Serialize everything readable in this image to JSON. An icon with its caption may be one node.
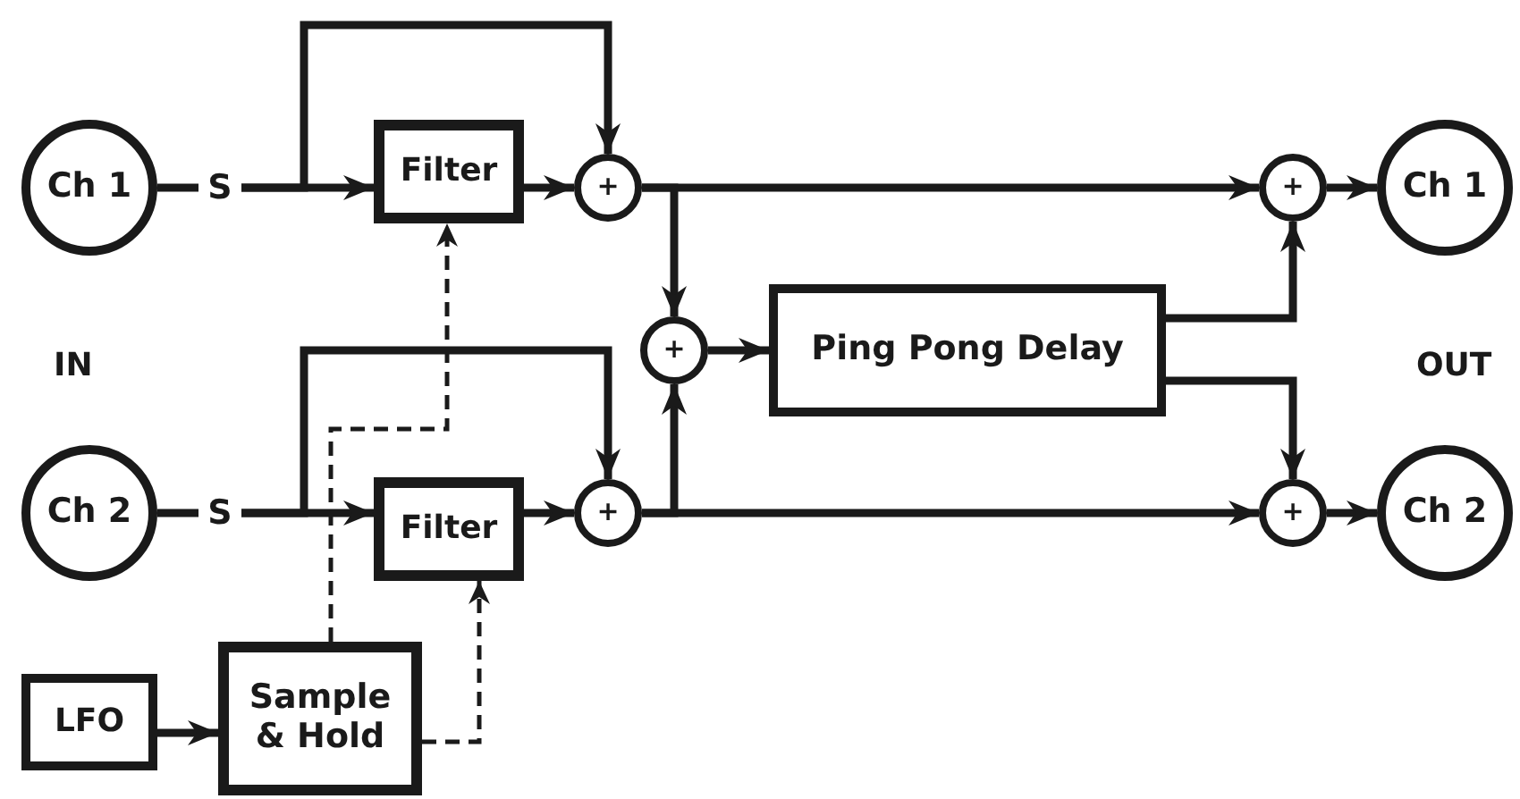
{
  "diagram": {
    "nodes": [
      {
        "text": [
          "Ch 1"
        ]
      },
      {
        "text": [
          "S"
        ]
      },
      {
        "text": [
          "Filter"
        ]
      },
      {
        "text": [
          "+"
        ]
      },
      {
        "text": [
          "Ch 2"
        ]
      },
      {
        "text": [
          "S"
        ]
      },
      {
        "text": [
          "Filter"
        ]
      },
      {
        "text": [
          "+"
        ]
      },
      {
        "text": [
          "+"
        ]
      },
      {
        "text": [
          "Ping Pong Delay"
        ]
      },
      {
        "text": [
          "+"
        ]
      },
      {
        "text": [
          "Ch 1"
        ]
      },
      {
        "text": [
          "+"
        ]
      },
      {
        "text": [
          "Ch 2"
        ]
      },
      {
        "text": [
          "LFO"
        ]
      },
      {
        "text": [
          "Sample & Hold"
        ]
      }
    ],
    "edges": [
      {
        "from": 0,
        "to": 1,
        "arrow": "none"
      },
      {
        "from": 1,
        "to": 2,
        "arrow": "to"
      },
      {
        "from": 1,
        "to": 3,
        "arrow": "to"
      },
      {
        "from": 2,
        "to": 3,
        "arrow": "to"
      },
      {
        "from": 3,
        "to": 10,
        "arrow": "to"
      },
      {
        "from": 3,
        "to": 8,
        "arrow": "to"
      },
      {
        "from": 4,
        "to": 5,
        "arrow": "none"
      },
      {
        "from": 5,
        "to": 6,
        "arrow": "to"
      },
      {
        "from": 5,
        "to": 7,
        "arrow": "to"
      },
      {
        "from": 6,
        "to": 7,
        "arrow": "to"
      },
      {
        "from": 7,
        "to": 12,
        "arrow": "to"
      },
      {
        "from": 7,
        "to": 8,
        "arrow": "to"
      },
      {
        "from": 8,
        "to": 9,
        "arrow": "to"
      },
      {
        "from": 9,
        "to": 10,
        "arrow": "to"
      },
      {
        "from": 9,
        "to": 12,
        "arrow": "to"
      },
      {
        "from": 10,
        "to": 11,
        "arrow": "to"
      },
      {
        "from": 12,
        "to": 13,
        "arrow": "to"
      },
      {
        "from": 14,
        "to": 15,
        "arrow": "to"
      },
      {
        "from": 15,
        "to": 2,
        "arrow": "to",
        "style": "dashed"
      },
      {
        "from": 15,
        "to": 6,
        "arrow": "to",
        "style": "dashed"
      }
    ],
    "labels": [
      "IN",
      "OUT"
    ]
  }
}
